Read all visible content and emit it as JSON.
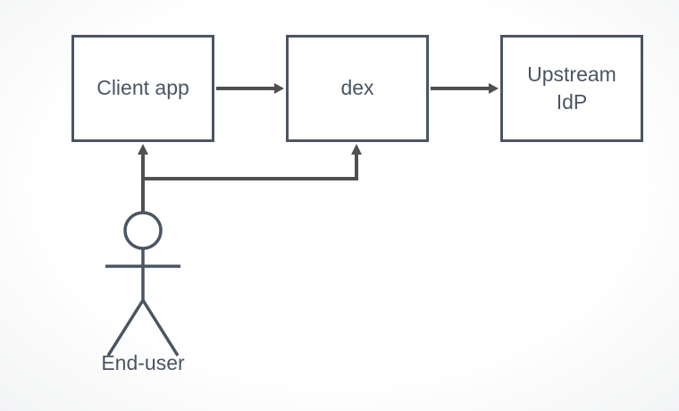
{
  "diagram": {
    "type": "flow-diagram",
    "boxes": [
      {
        "id": "client-app",
        "label": "Client app"
      },
      {
        "id": "dex",
        "label": "dex"
      },
      {
        "id": "upstream-idp",
        "label": "Upstream IdP",
        "lines": [
          "Upstream",
          "IdP"
        ]
      }
    ],
    "actor": {
      "id": "end-user",
      "label": "End-user"
    },
    "edges": [
      {
        "from": "client-app",
        "to": "dex"
      },
      {
        "from": "dex",
        "to": "upstream-idp"
      },
      {
        "from": "end-user",
        "to": "client-app"
      },
      {
        "from": "end-user",
        "to": "dex"
      }
    ],
    "colors": {
      "shape": "#4b5563",
      "edge": "#505050",
      "background": "#ffffff"
    }
  }
}
